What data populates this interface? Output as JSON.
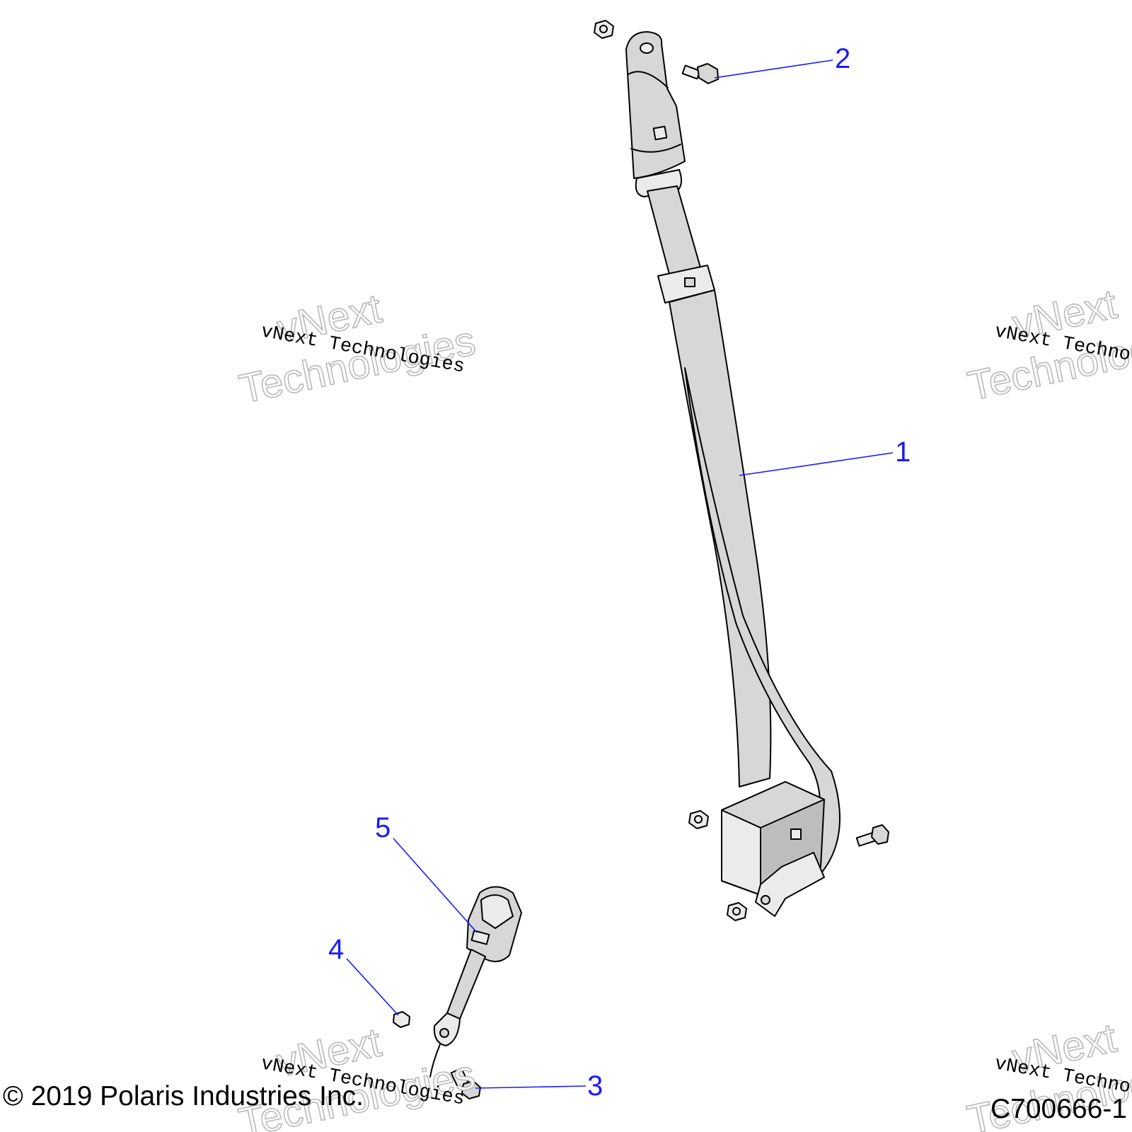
{
  "callouts": [
    {
      "label": "1"
    },
    {
      "label": "2"
    },
    {
      "label": "3"
    },
    {
      "label": "4"
    },
    {
      "label": "5"
    }
  ],
  "watermark": {
    "line1": "vNext",
    "line2": "Technologies",
    "caption": "vNext Technologies"
  },
  "footer": {
    "copyright": "© 2019 Polaris Industries Inc.",
    "figure_id": "C700666-1"
  }
}
